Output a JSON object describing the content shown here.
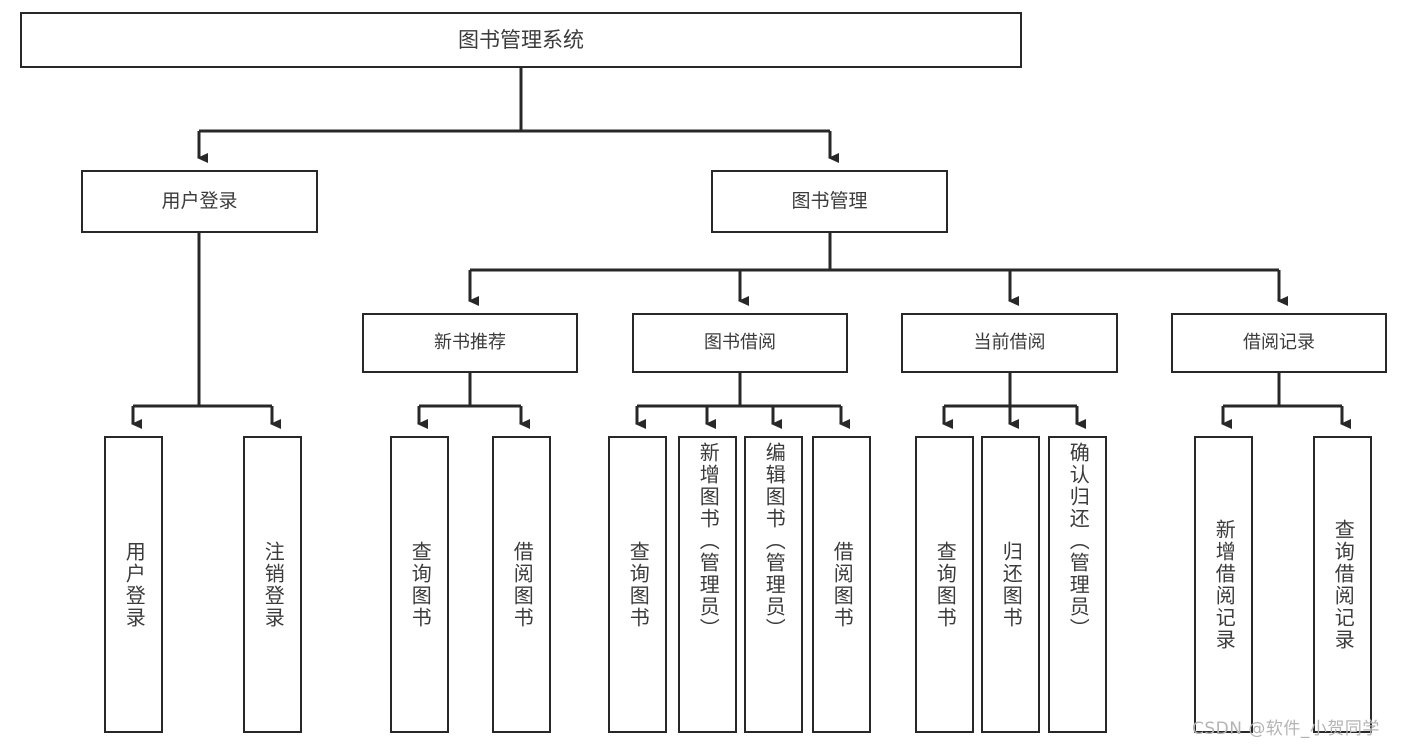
{
  "diagram": {
    "title": "图书管理系统",
    "type": "hierarchy-tree",
    "root": {
      "label": "图书管理系统"
    },
    "level1": [
      {
        "label": "用户登录"
      },
      {
        "label": "图书管理"
      }
    ],
    "level2": [
      {
        "label": "新书推荐"
      },
      {
        "label": "图书借阅"
      },
      {
        "label": "当前借阅"
      },
      {
        "label": "借阅记录"
      }
    ],
    "leaves": {
      "user_login": [
        {
          "label": "用户登录"
        },
        {
          "label": "注销登录"
        }
      ],
      "new_book_recommend": [
        {
          "label": "查询图书"
        },
        {
          "label": "借阅图书"
        }
      ],
      "book_borrow": [
        {
          "label": "查询图书"
        },
        {
          "label": "新增图书（管理员）"
        },
        {
          "label": "编辑图书（管理员）"
        },
        {
          "label": "借阅图书"
        }
      ],
      "current_borrow": [
        {
          "label": "查询图书"
        },
        {
          "label": "归还图书"
        },
        {
          "label": "确认归还（管理员）"
        }
      ],
      "borrow_record": [
        {
          "label": "新增借阅记录"
        },
        {
          "label": "查询借阅记录"
        }
      ]
    }
  },
  "watermark": {
    "text": "CSDN @软件_小贺同学"
  },
  "colors": {
    "stroke": "#282828",
    "text": "#3b3b3b",
    "background": "#ffffff",
    "watermark": "#b4b4b4"
  }
}
